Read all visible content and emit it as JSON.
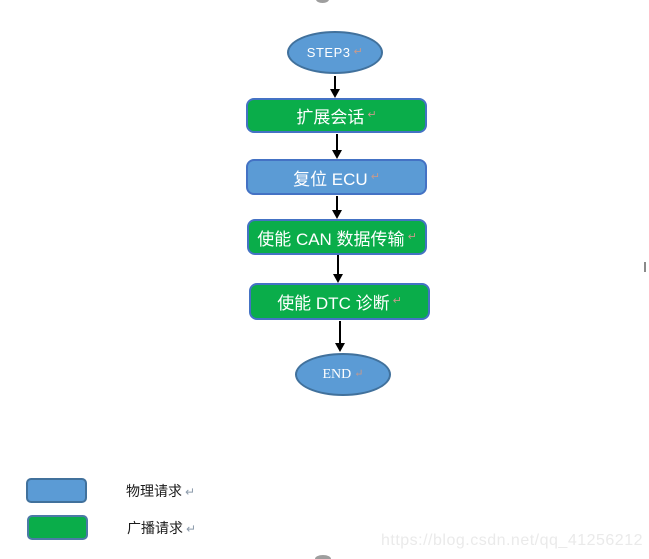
{
  "flowchart": {
    "nodes": [
      {
        "id": "step3",
        "label": "STEP3",
        "shape": "ellipse",
        "request_type": "physical"
      },
      {
        "id": "extended-session",
        "label": "扩展会话",
        "shape": "rounded-box",
        "request_type": "broadcast"
      },
      {
        "id": "reset-ecu",
        "label": "复位 ECU",
        "shape": "rounded-box",
        "request_type": "physical"
      },
      {
        "id": "enable-can-transmission",
        "label": "使能 CAN 数据传输",
        "shape": "rounded-box",
        "request_type": "broadcast"
      },
      {
        "id": "enable-dtc-diagnosis",
        "label": "使能 DTC 诊断",
        "shape": "rounded-box",
        "request_type": "broadcast"
      },
      {
        "id": "end",
        "label": "END",
        "shape": "ellipse",
        "request_type": "physical"
      }
    ],
    "return_mark": "↵"
  },
  "legend": {
    "items": [
      {
        "label": "物理请求",
        "request_type": "physical",
        "color": "#5B9BD5"
      },
      {
        "label": "广播请求",
        "request_type": "broadcast",
        "color": "#0AAD4A"
      }
    ]
  },
  "watermark": "https://blog.csdn.net/qq_41256212",
  "colors": {
    "physical_fill": "#5B9BD5",
    "physical_border": "#41719C",
    "broadcast_fill": "#0AAD4A",
    "box_border": "#4472C4",
    "arrow": "#000000",
    "return_mark_on_shape": "#C79A8C",
    "return_mark_on_white": "#8C9BAB"
  }
}
